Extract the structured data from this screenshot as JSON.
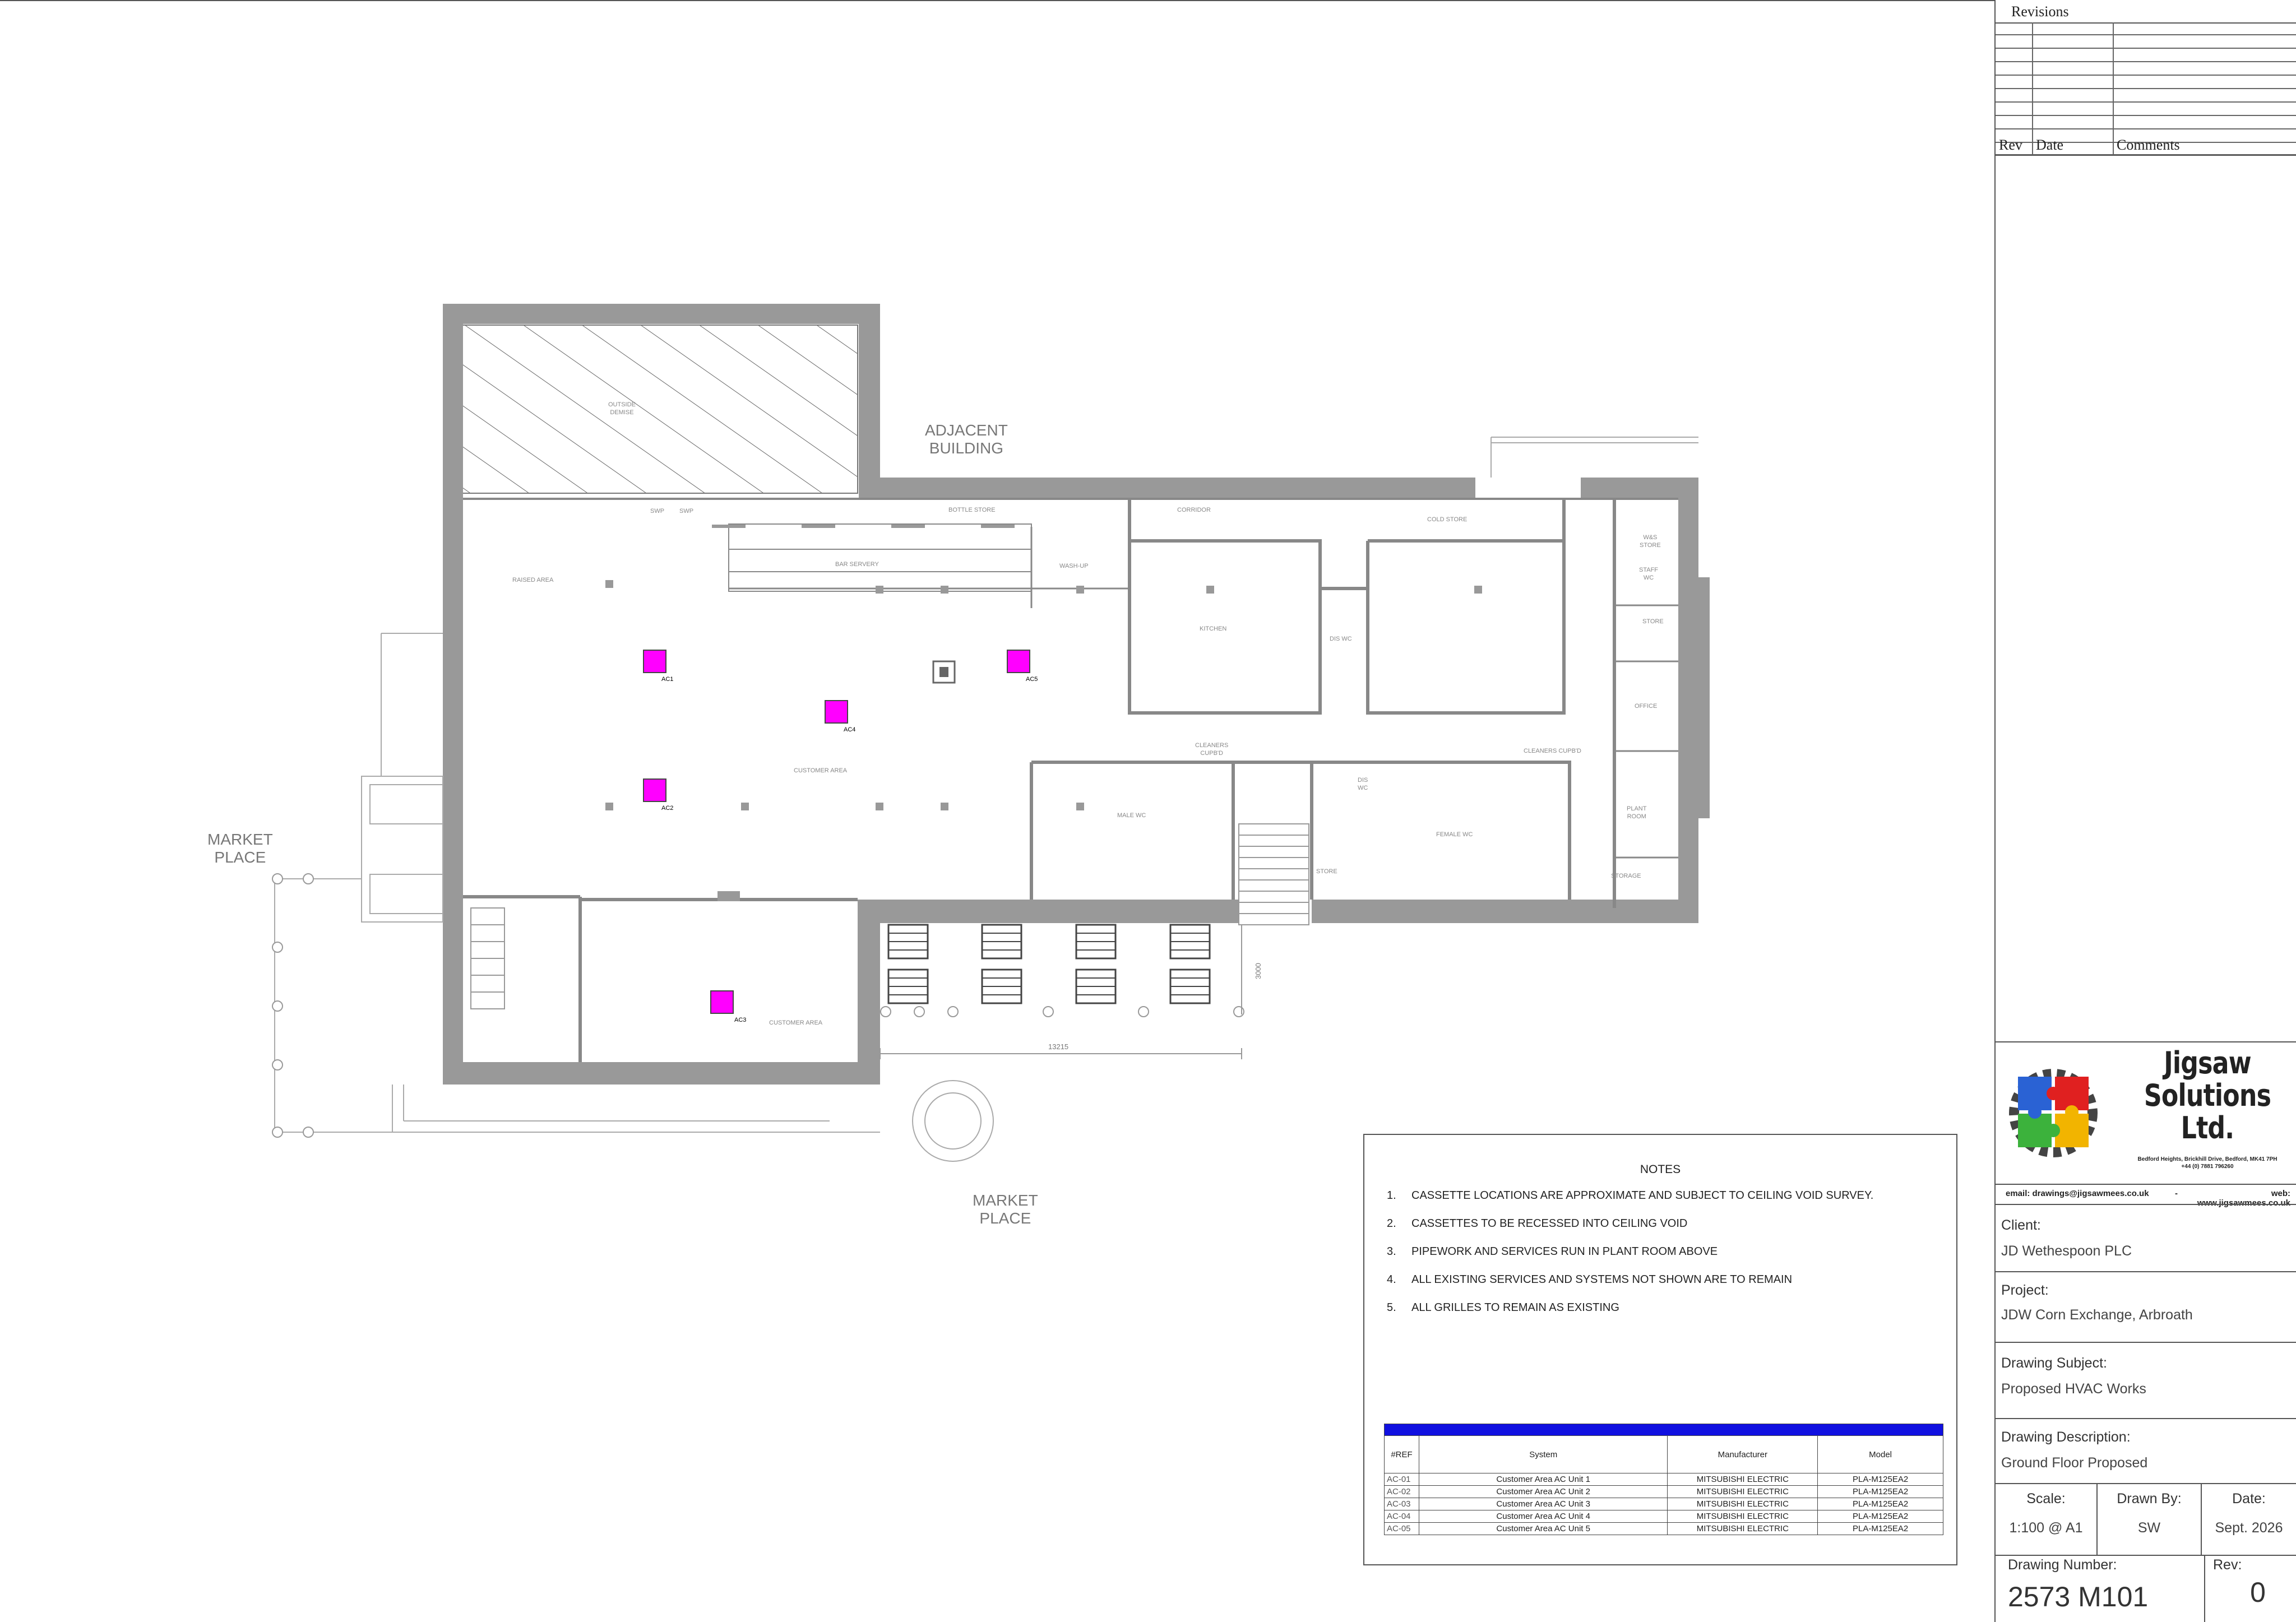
{
  "plan": {
    "adjacent_building": "ADJACENT\nBUILDING",
    "market_place_left": "MARKET\nPLACE",
    "market_place_bottom": "MARKET\nPLACE",
    "rooms": {
      "outside_demise": "OUTSIDE\nDEMISE",
      "raised_area": "RAISED AREA",
      "bottle_store": "BOTTLE STORE",
      "bar_servery": "BAR SERVERY",
      "wash_up": "WASH-UP",
      "corridor": "CORRIDOR",
      "cold_store": "COLD STORE",
      "wc_store": "W&S\nSTORE",
      "staff_wc": "STAFF\nWC",
      "store_right": "STORE",
      "kitchen": "KITCHEN",
      "dis_wc": "DIS WC",
      "office": "OFFICE",
      "customer_area_main": "CUSTOMER AREA",
      "cleaners_left": "CLEANERS\nCUPB'D",
      "cleaners_right": "CLEANERS CUPB'D",
      "male_wc": "MALE WC",
      "dis_wc_2": "DIS\nWC",
      "female_wc": "FEMALE WC",
      "plant_room": "PLANT\nROOM",
      "store_lower": "STORE",
      "storage": "STORAGE",
      "customer_area_lower": "CUSTOMER AREA",
      "swp1": "SWP",
      "swp2": "SWP"
    },
    "units": [
      "AC1",
      "AC2",
      "AC3",
      "AC4",
      "AC5"
    ],
    "dimensions": {
      "horizontal": "13215",
      "vertical": "3000"
    }
  },
  "notes": {
    "title": "NOTES",
    "items": [
      {
        "num": "1.",
        "text": "CASSETTE LOCATIONS ARE APPROXIMATE AND SUBJECT TO CEILING VOID SURVEY."
      },
      {
        "num": "2.",
        "text": "CASSETTES TO BE RECESSED INTO CEILING VOID"
      },
      {
        "num": "3.",
        "text": "PIPEWORK AND SERVICES RUN IN PLANT ROOM ABOVE"
      },
      {
        "num": "4.",
        "text": "ALL EXISTING SERVICES AND SYSTEMS NOT SHOWN ARE TO REMAIN"
      },
      {
        "num": "5.",
        "text": "ALL GRILLES TO REMAIN AS EXISTING"
      }
    ]
  },
  "equipment_table": {
    "headers": [
      "#REF",
      "System",
      "Manufacturer",
      "Model"
    ],
    "rows": [
      [
        "AC-01",
        "Customer Area AC Unit 1",
        "MITSUBISHI ELECTRIC",
        "PLA-M125EA2"
      ],
      [
        "AC-02",
        "Customer Area AC Unit 2",
        "MITSUBISHI ELECTRIC",
        "PLA-M125EA2"
      ],
      [
        "AC-03",
        "Customer Area AC Unit 3",
        "MITSUBISHI ELECTRIC",
        "PLA-M125EA2"
      ],
      [
        "AC-04",
        "Customer Area AC Unit 4",
        "MITSUBISHI ELECTRIC",
        "PLA-M125EA2"
      ],
      [
        "AC-05",
        "Customer Area AC Unit 5",
        "MITSUBISHI ELECTRIC",
        "PLA-M125EA2"
      ]
    ]
  },
  "title_block": {
    "revisions_title": "Revisions",
    "rev_headers": {
      "rev": "Rev",
      "date": "Date",
      "comments": "Comments"
    },
    "company_name": "Jigsaw\nSolutions\nLtd.",
    "address": "Bedford Heights, Brickhill Drive, Bedford, MK41 7PH\n+44 (0) 7881 796260",
    "email": "email: drawings@jigsawmees.co.uk",
    "separator": "-",
    "web": "web: www.jigsawmees.co.uk",
    "client_label": "Client:",
    "client": "JD Wethespoon PLC",
    "project_label": "Project:",
    "project": "JDW Corn Exchange, Arbroath",
    "subject_label": "Drawing Subject:",
    "subject": "Proposed HVAC Works",
    "description_label": "Drawing Description:",
    "description": "Ground Floor Proposed",
    "scale_label": "Scale:",
    "scale": "1:100 @ A1",
    "drawn_by_label": "Drawn By:",
    "drawn_by": "SW",
    "date_label": "Date:",
    "date": "Sept. 2026",
    "drawing_number_label": "Drawing Number:",
    "drawing_number": "2573 M101",
    "rev_label": "Rev:",
    "rev": "0"
  },
  "colors": {
    "wall": "#999999",
    "cassette": "#ff00ff",
    "table_header_bar": "#1010e0"
  }
}
